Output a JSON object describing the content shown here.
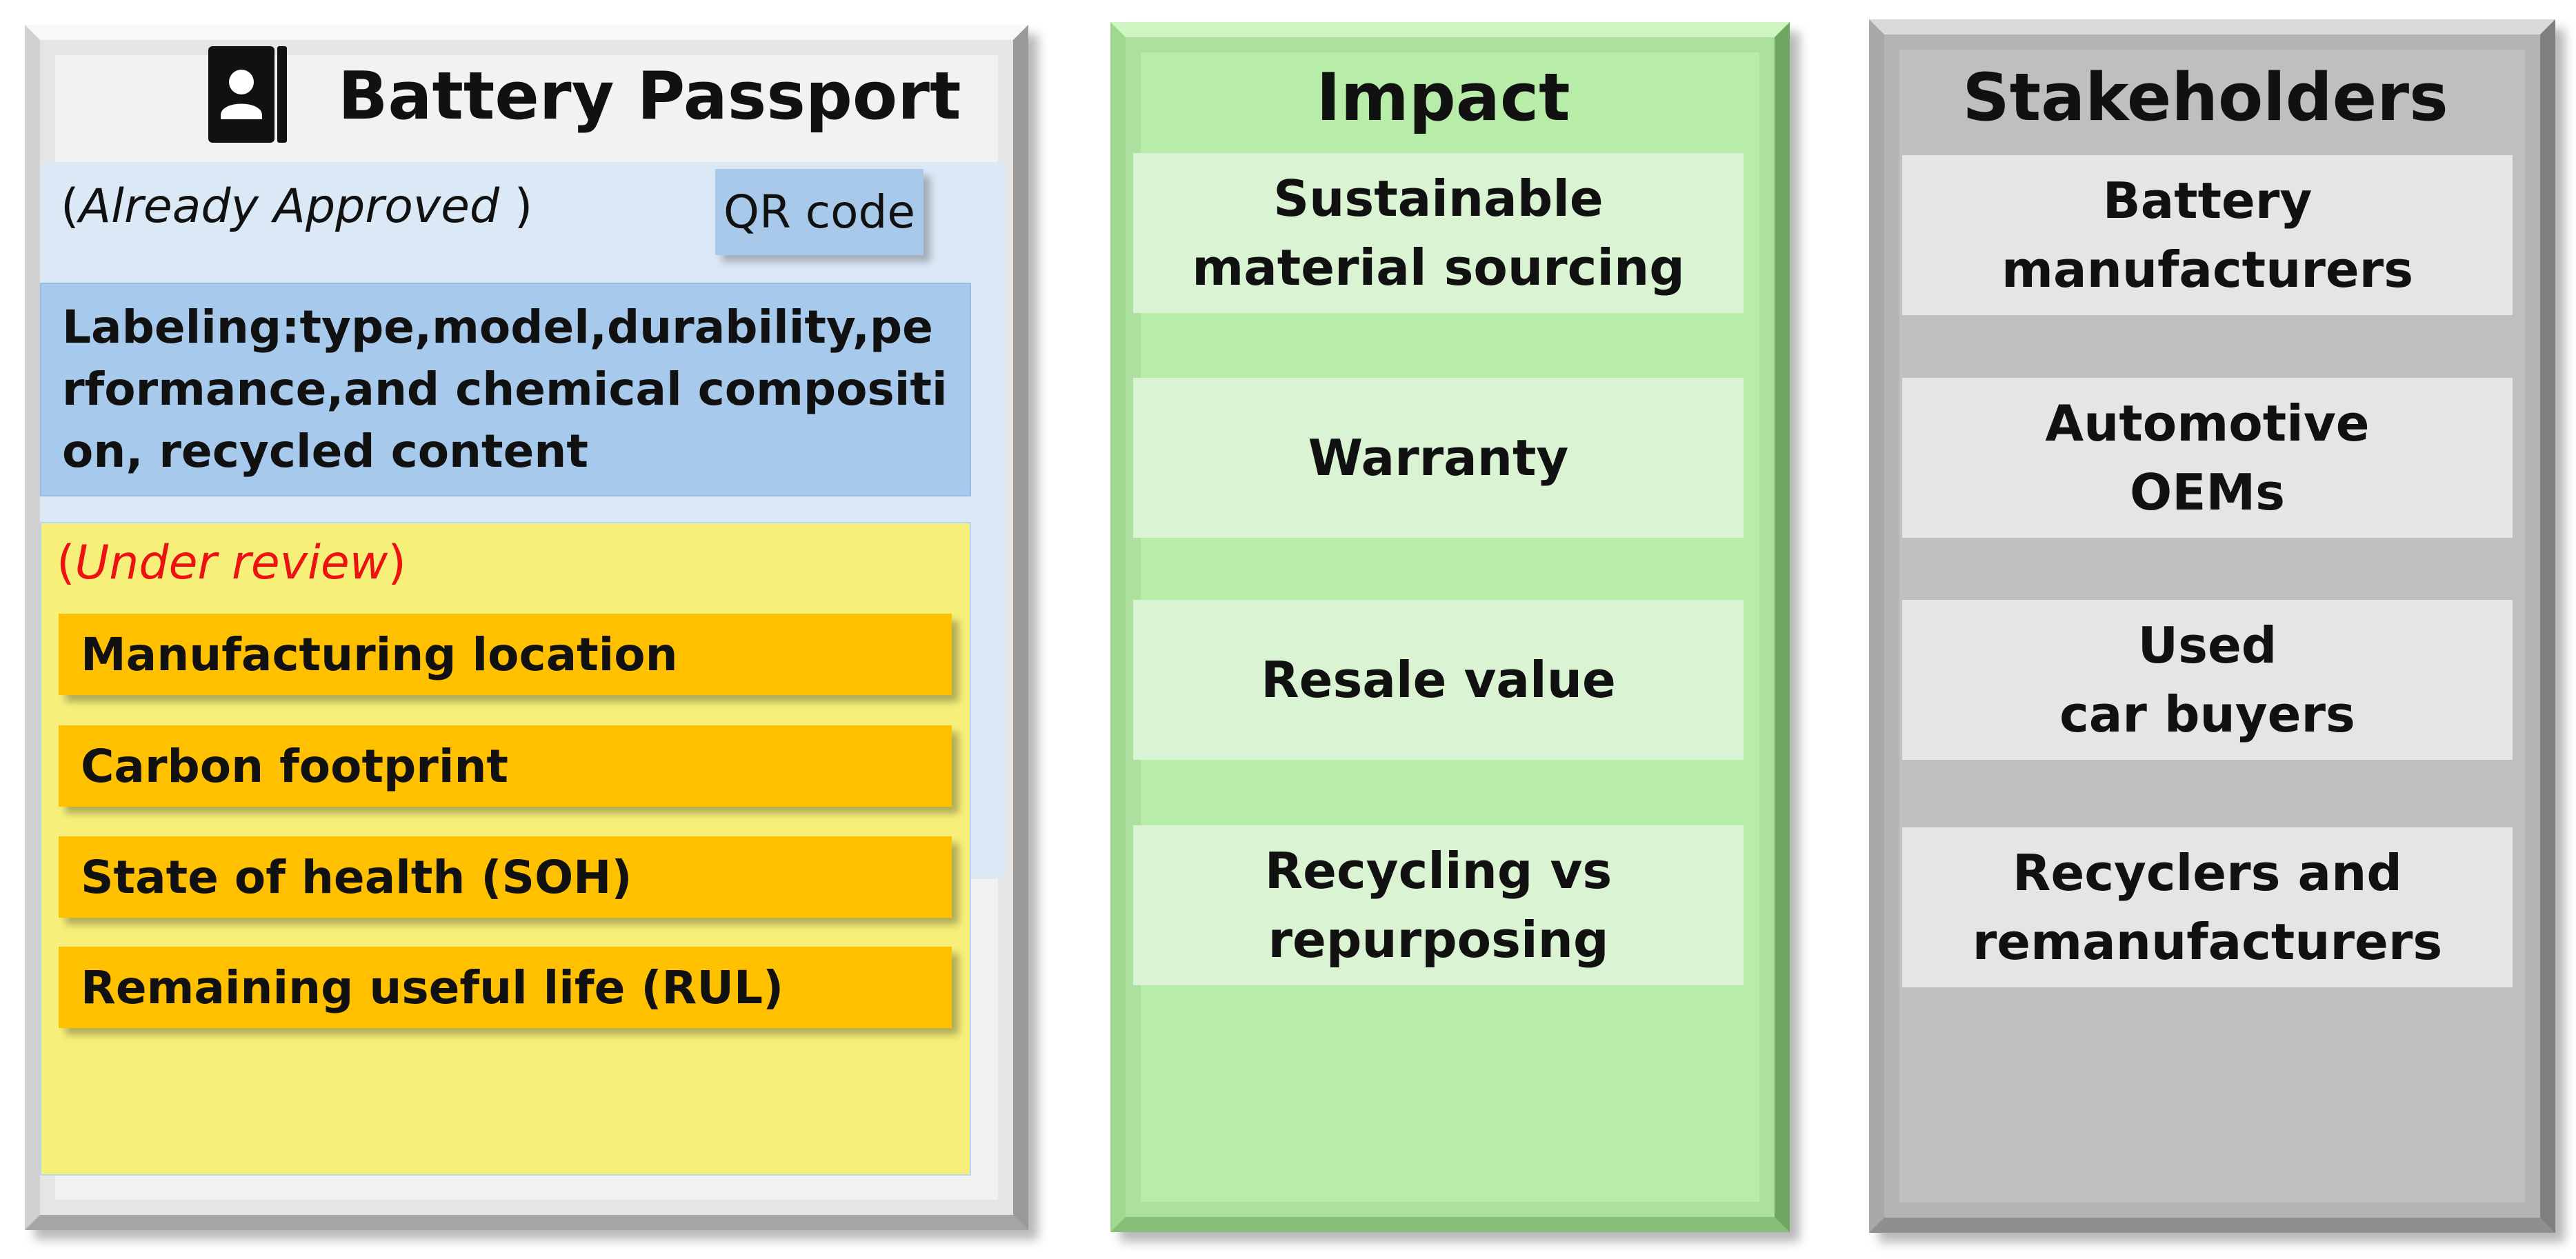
{
  "passport": {
    "title": "Battery Passport",
    "icon": "passport-book-icon",
    "approved": {
      "open_paren": "(",
      "label": "Already Approved",
      "close_paren": " )",
      "qr_label": "QR code",
      "labeling_text": "Labeling:type,model,durability,performance,and chemical composition, recycled content"
    },
    "review": {
      "open_paren": "(",
      "label": "Under review",
      "close_paren": ")",
      "items": [
        "Manufacturing location",
        "Carbon footprint",
        "State of health (SOH)",
        "Remaining useful life (RUL)"
      ]
    }
  },
  "impact": {
    "title": "Impact",
    "items": [
      "Sustainable\nmaterial sourcing",
      "Warranty",
      "Resale value",
      "Recycling vs\nrepurposing"
    ]
  },
  "stakeholders": {
    "title": "Stakeholders",
    "items": [
      "Battery\nmanufacturers",
      "Automotive\nOEMs",
      "Used\ncar buyers",
      "Recyclers and\nremanufacturers"
    ]
  },
  "colors": {
    "passport_bg": "#f2f2f2",
    "approved_bg": "#dbe8f6",
    "labeling_bg": "#a6c9ec",
    "review_bg": "#f6f07a",
    "review_item_bg": "#ffc000",
    "review_tag_color": "#ee1111",
    "impact_bg": "#b7eda8",
    "impact_card_bg": "#daf3d2",
    "stakeholder_bg": "#bfbfbf",
    "stakeholder_card_bg": "#e5e5e5"
  }
}
